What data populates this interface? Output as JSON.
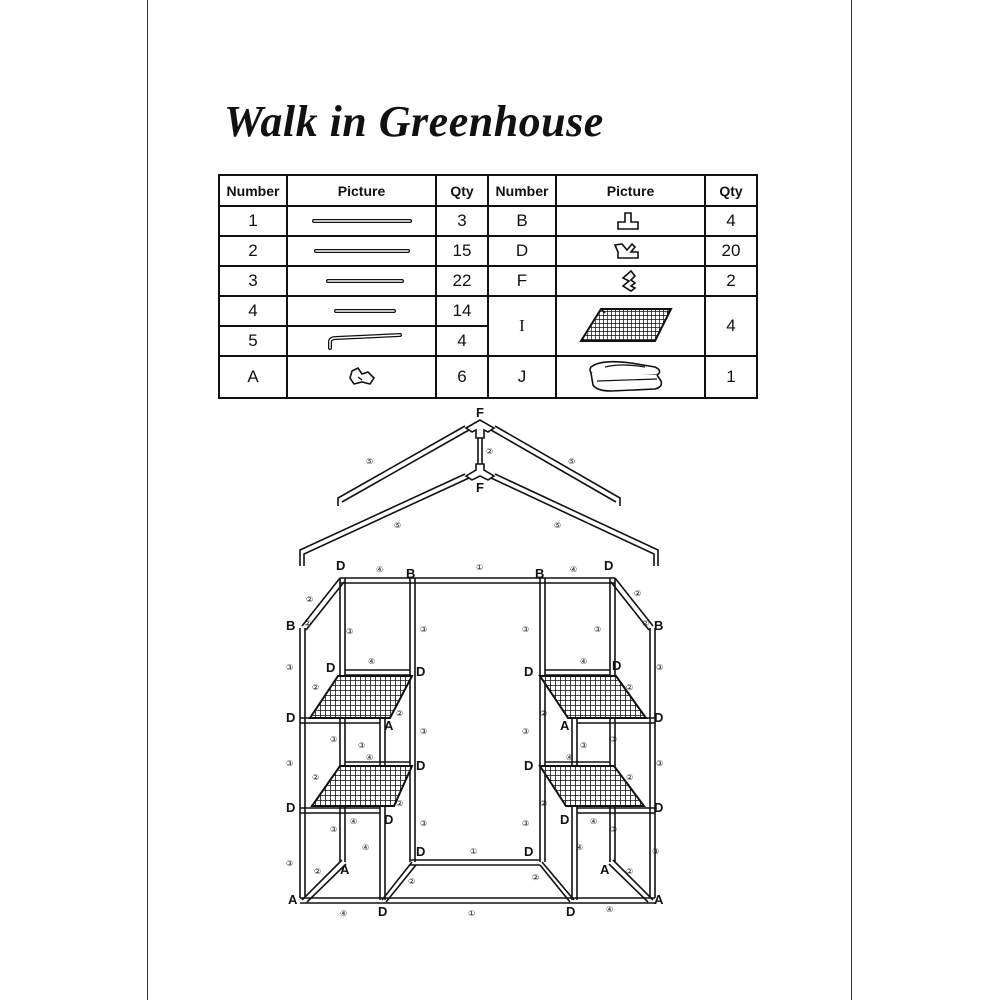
{
  "title": "Walk in Greenhouse",
  "table": {
    "headers": [
      "Number",
      "Picture",
      "Qty",
      "Number",
      "Picture",
      "Qty"
    ],
    "left": [
      {
        "number": "1",
        "qty": "3",
        "icon": "long-pole"
      },
      {
        "number": "2",
        "qty": "15",
        "icon": "long-pole"
      },
      {
        "number": "3",
        "qty": "22",
        "icon": "medium-pole"
      },
      {
        "number": "4",
        "qty": "14",
        "icon": "short-pole"
      },
      {
        "number": "5",
        "qty": "4",
        "icon": "bent-pole"
      },
      {
        "number": "A",
        "qty": "6",
        "icon": "corner-connector"
      }
    ],
    "right": [
      {
        "number": "B",
        "qty": "4",
        "icon": "t-connector"
      },
      {
        "number": "D",
        "qty": "20",
        "icon": "four-way-connector"
      },
      {
        "number": "F",
        "qty": "2",
        "icon": "roof-connector"
      },
      {
        "number": "I",
        "qty": "4",
        "icon": "mesh-shelf"
      },
      {
        "number": "J",
        "qty": "1",
        "icon": "cover"
      }
    ]
  },
  "diagram": {
    "part_labels": {
      "F": "F",
      "B": "B",
      "D": "D",
      "A": "A",
      "one": "①",
      "two": "②",
      "three": "③",
      "four": "④",
      "five": "⑤"
    }
  }
}
